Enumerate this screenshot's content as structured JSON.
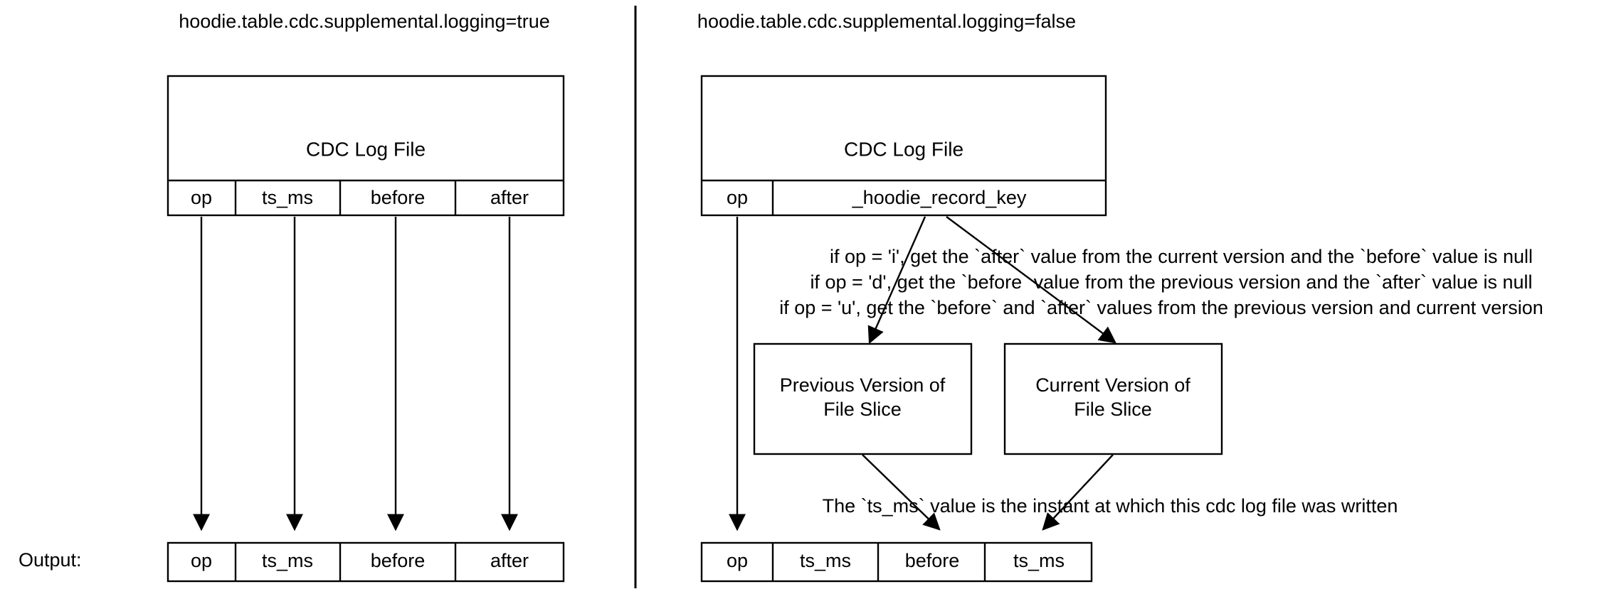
{
  "panels": {
    "left": {
      "title": "hoodie.table.cdc.supplemental.logging=true",
      "source_box_label": "CDC Log File",
      "source_columns": [
        "op",
        "ts_ms",
        "before",
        "after"
      ],
      "output_columns": [
        "op",
        "ts_ms",
        "before",
        "after"
      ]
    },
    "right": {
      "title": "hoodie.table.cdc.supplemental.logging=false",
      "source_box_label": "CDC Log File",
      "source_columns": [
        "op",
        "_hoodie_record_key"
      ],
      "rules": [
        "if op = 'i', get the `after` value from the current version and the `before` value is null",
        "if op = 'd', get the `before` value from the previous version  and the `after` value is null",
        "if op = 'u', get the `before` and `after` values from the previous version and current version"
      ],
      "version_boxes": [
        {
          "line1": "Previous Version of",
          "line2": "File Slice"
        },
        {
          "line1": "Current Version of",
          "line2": "File Slice"
        }
      ],
      "ts_note": "The `ts_ms` value is the instant at which this cdc log file was written",
      "output_columns": [
        "op",
        "ts_ms",
        "before",
        "ts_ms"
      ]
    }
  },
  "output_label": "Output:",
  "colors": {
    "stroke": "#000000",
    "fill": "#ffffff",
    "text": "#000000"
  }
}
